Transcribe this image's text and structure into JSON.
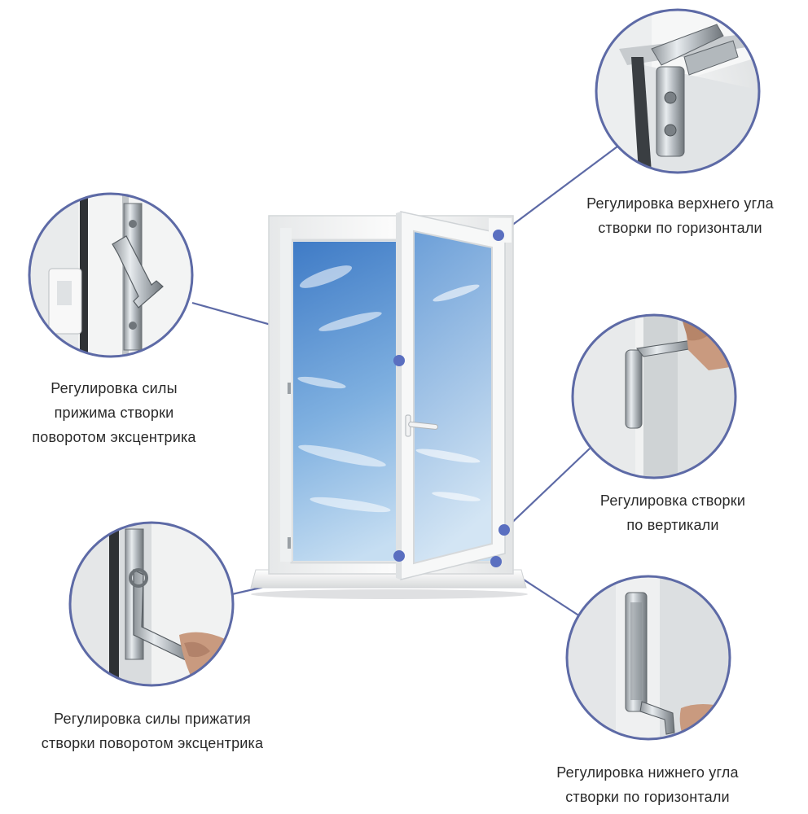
{
  "callouts": [
    {
      "id": "top-corner",
      "lines": [
        "Регулировка верхнего угла",
        "створки по горизонтали"
      ],
      "detail": "upper-hinge-detail"
    },
    {
      "id": "clamp-force-upper",
      "lines": [
        "Регулировка силы",
        "прижима створки",
        "поворотом эксцентрика"
      ],
      "detail": "eccentric-cam-detail"
    },
    {
      "id": "vertical",
      "lines": [
        "Регулировка створки",
        "по вертикали"
      ],
      "detail": "lower-hinge-hex-key-detail"
    },
    {
      "id": "clamp-force-lower",
      "lines": [
        "Регулировка силы прижатия",
        "створки поворотом эксцентрика"
      ],
      "detail": "hex-key-eccentric-detail"
    },
    {
      "id": "bottom-corner",
      "lines": [
        "Регулировка нижнего угла",
        "створки по горизонтали"
      ],
      "detail": "bottom-hinge-detail"
    }
  ],
  "colors": {
    "leader_line": "#5d6aa6",
    "marker_dot": "#5a6fc0",
    "circle_border": "#5d6aa6",
    "sky_top": "#4f86c9",
    "sky_bottom": "#b8d6ef",
    "frame": "#f3f4f4"
  }
}
